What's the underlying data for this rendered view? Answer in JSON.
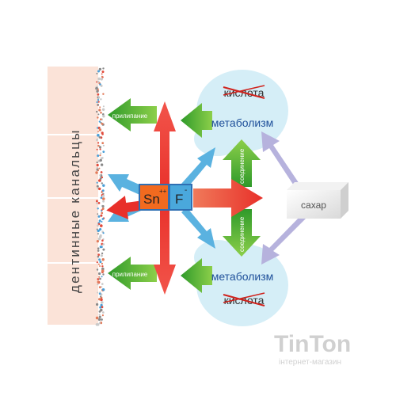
{
  "tubules_label": "дентинные канальцы",
  "ion_tin": "Sn",
  "ion_tin_charge": "++",
  "ion_fluoride": "F",
  "ion_fluoride_charge": "-",
  "acid_top": "кислота",
  "acid_bottom": "кислота",
  "metabolism_top": "метаболизм",
  "metabolism_bottom": "метаболизм",
  "adhesion_top": "прилипание",
  "adhesion_bottom": "прилипание",
  "compound_top": "соединение",
  "compound_bottom": "соединение",
  "sugar_label": "сахар",
  "watermark_brand": "TinTon",
  "watermark_sub": "інтернет-магазин",
  "colors": {
    "red_arrow": "#e8302a",
    "green_arrow": "#3a9e2f",
    "blue_arrow": "#5ab2e0",
    "lavender_arrow": "#b6b2dd",
    "cloud": "#d5eef7",
    "tubule_panel": "#fbe3d8",
    "tin_box": "#f26a1f",
    "fluoride_box": "#4aa8dc"
  }
}
